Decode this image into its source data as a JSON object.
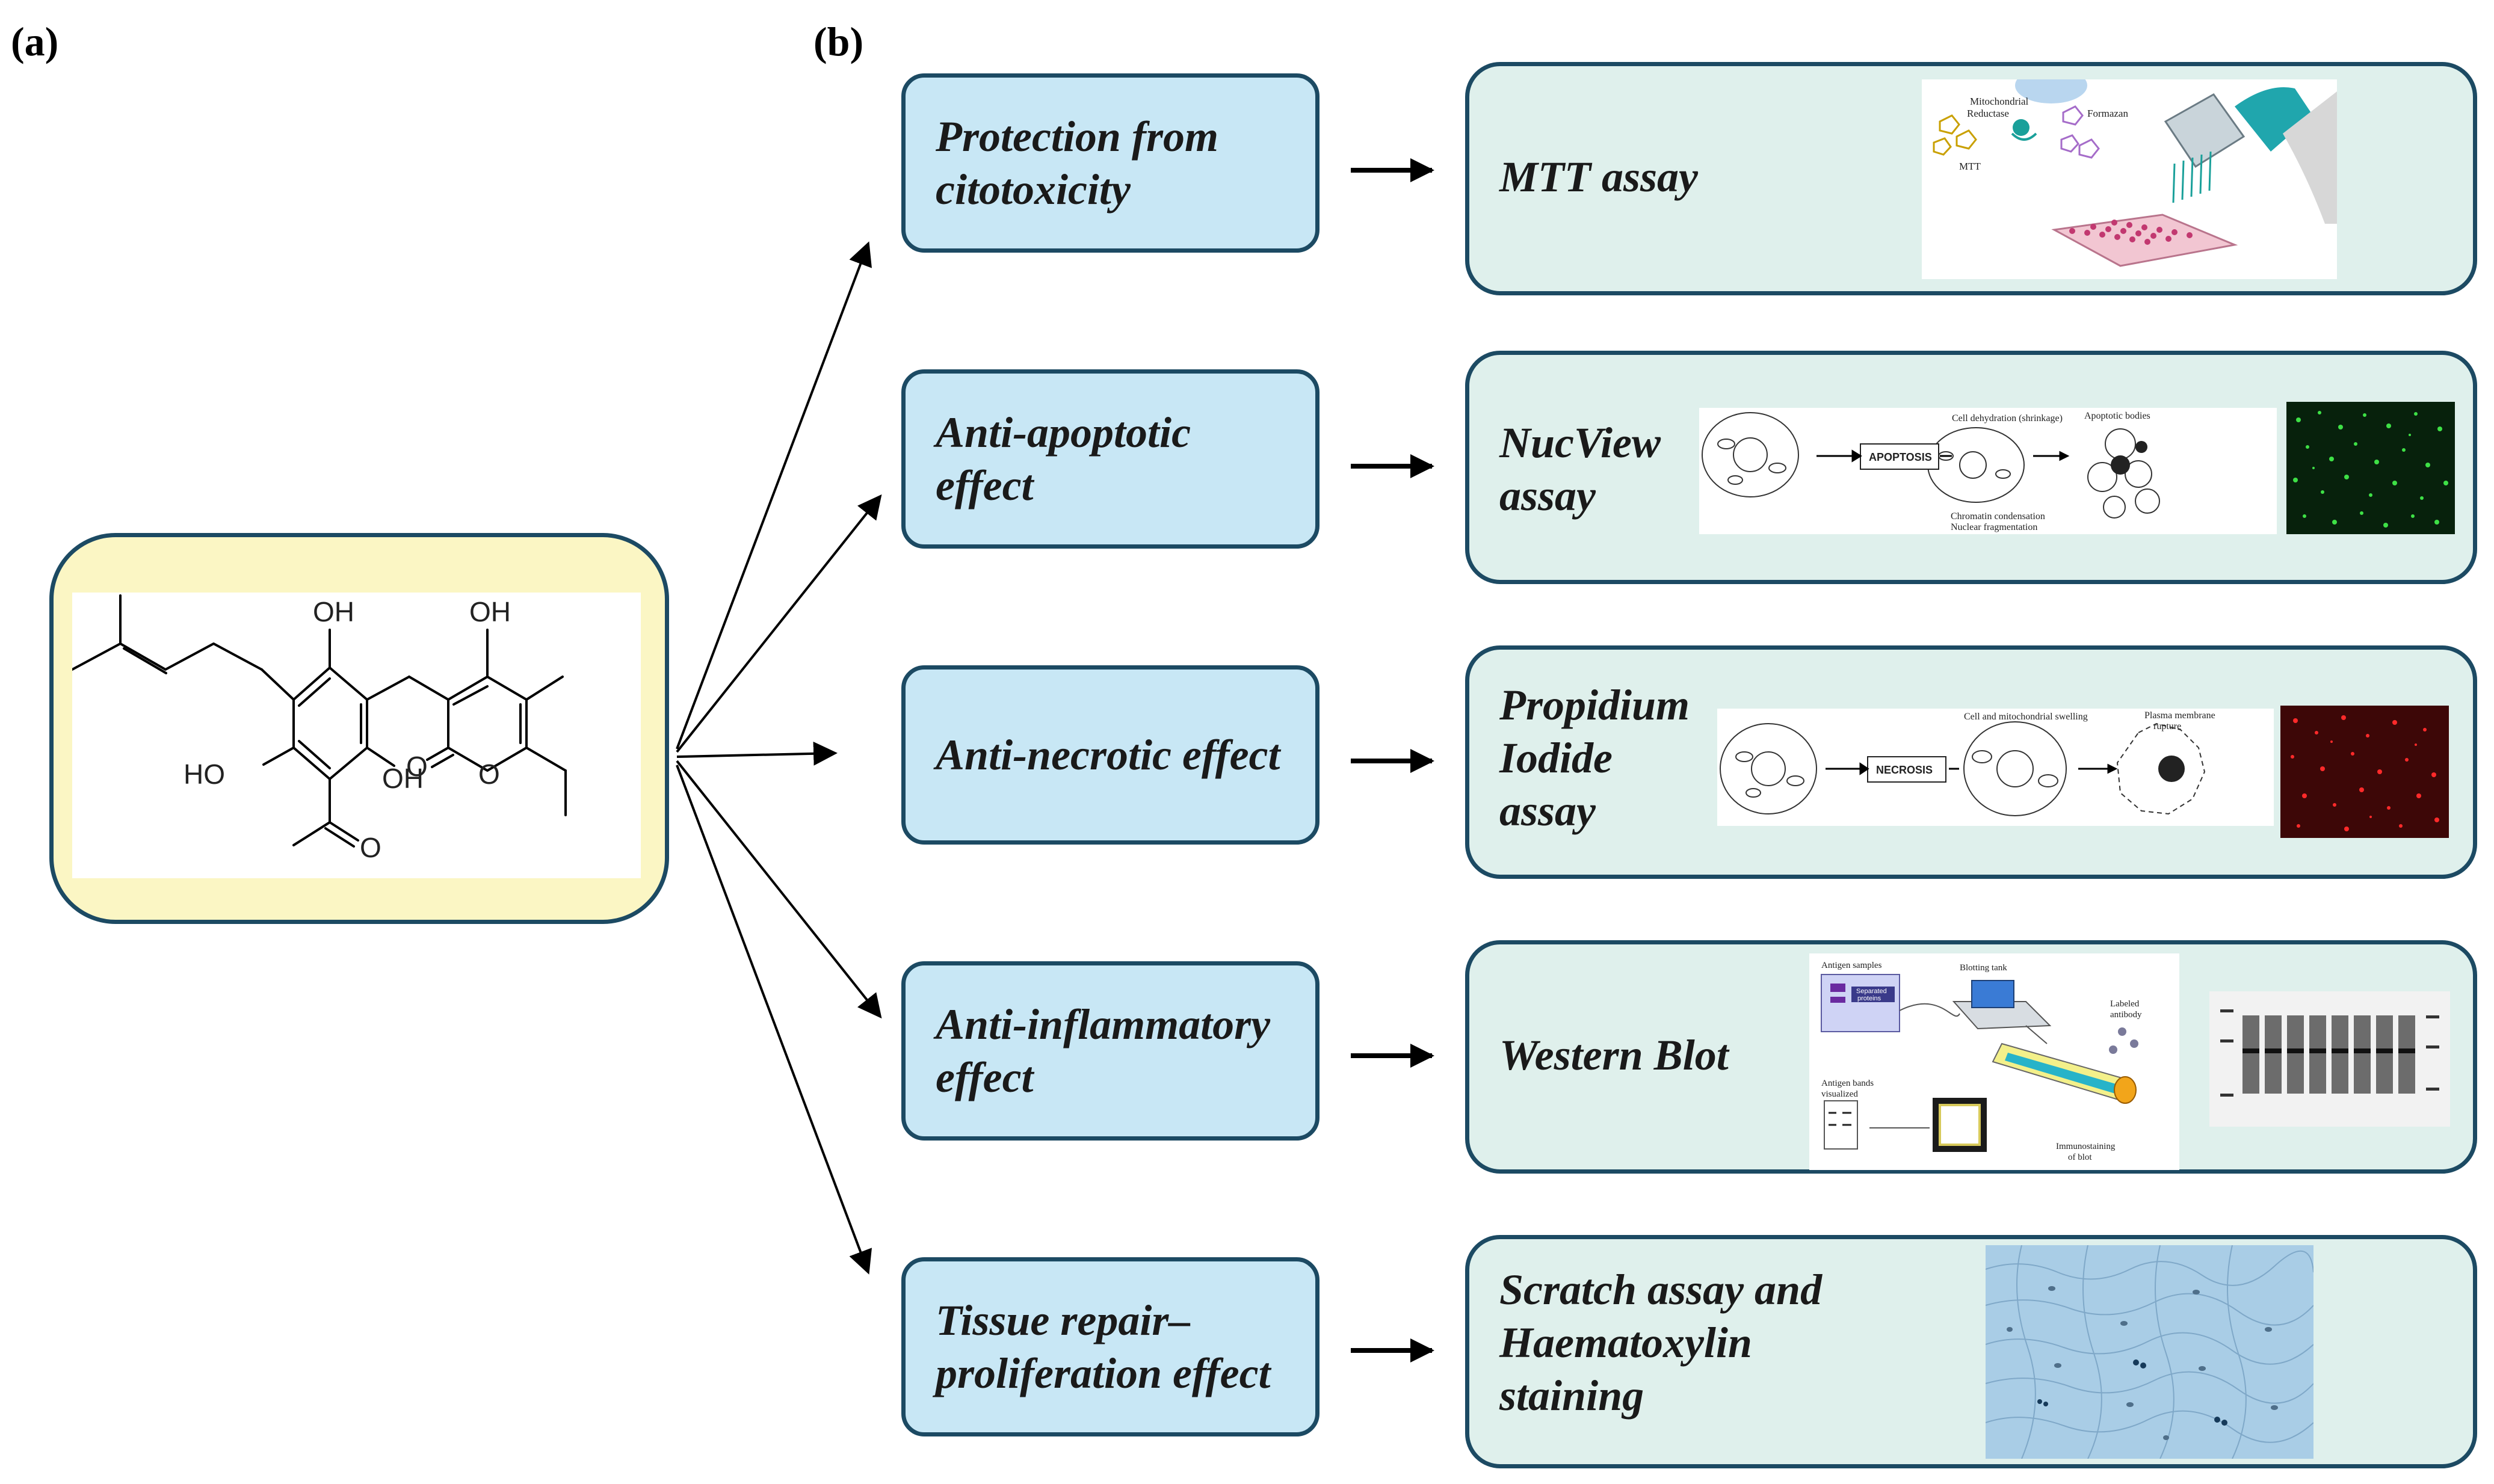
{
  "panels": {
    "a": "(a)",
    "b": "(b)"
  },
  "molecule": {
    "labels": {
      "oh1": "OH",
      "oh2": "OH",
      "ho1": "HO",
      "oh3": "OH",
      "o_carbonyl": "O",
      "o_ring": "O",
      "o_acetyl": "O"
    }
  },
  "effects": [
    {
      "lines": [
        "Protection  from",
        "citotoxicity"
      ]
    },
    {
      "lines": [
        "Anti-apoptotic",
        "effect"
      ]
    },
    {
      "lines": [
        "Anti-necrotic effect"
      ]
    },
    {
      "lines": [
        "Anti-inflammatory",
        "effect"
      ]
    },
    {
      "lines": [
        "Tissue repair–",
        "proliferation effect"
      ]
    }
  ],
  "assays": [
    {
      "lines": [
        "MTT assay"
      ]
    },
    {
      "lines": [
        "NucView",
        "assay"
      ]
    },
    {
      "lines": [
        "Propidium",
        "Iodide",
        "assay"
      ]
    },
    {
      "lines": [
        "Western Blot"
      ]
    },
    {
      "lines": [
        "Scratch assay and",
        "Haematoxylin",
        "staining"
      ]
    }
  ],
  "mtt_image": {
    "mito": "Mitochondrial",
    "reductase": "Reductase",
    "formazan": "Formazan",
    "mtt": "MTT"
  },
  "nucview_image": {
    "apoptosis": "APOPTOSIS",
    "dehydration": "Cell dehydration (shrinkage)",
    "bodies": "Apoptotic bodies",
    "chromatin": "Chromatin condensation",
    "nuclear": "Nuclear fragmentation"
  },
  "pi_image": {
    "necrosis": "NECROSIS",
    "swelling": "Cell and mitochondrial swelling",
    "plasma1": "Plasma membrane",
    "plasma2": "rupture"
  },
  "wb_image": {
    "antigen": "Antigen samples",
    "tank": "Blotting tank",
    "labeled1": "Labeled",
    "labeled2": "antibody",
    "separated1": "Separated",
    "separated2": "proteins",
    "bands1": "Antigen bands",
    "bands2": "visualized",
    "immuno1": "Immunostaining",
    "immuno2": "of blot"
  },
  "colors": {
    "effect_fill": "#c8e7f5",
    "assay_fill": "#dff0ec",
    "molecule_fill": "#fbf6c4",
    "border": "#1c4a63",
    "fluor_green": "#3ee046",
    "fluor_red": "#ff2a2a"
  }
}
